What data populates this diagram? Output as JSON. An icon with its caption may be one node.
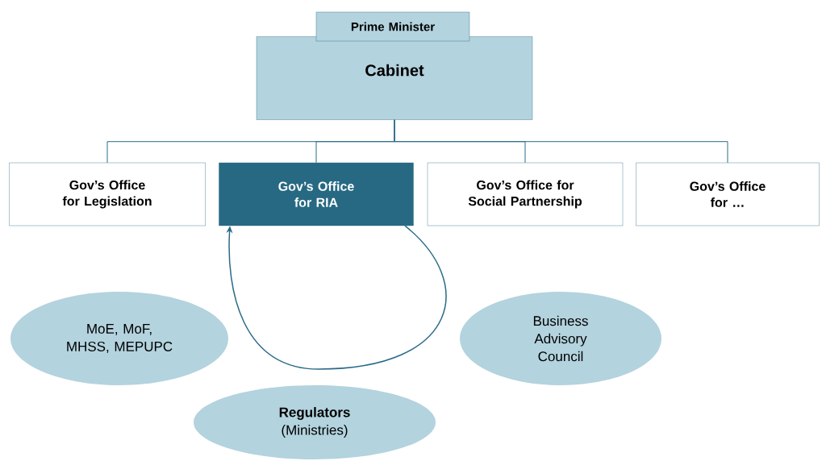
{
  "diagram": {
    "nodes": [
      {
        "text": [
          "Prime Minister"
        ]
      },
      {
        "text": [
          "Cabinet"
        ]
      },
      {
        "text": [
          "Gov’s Office for Legislation"
        ]
      },
      {
        "text": [
          "Gov’s Office for RIA"
        ]
      },
      {
        "text": [
          "Gov’s Office for Social Partnership"
        ]
      },
      {
        "text": [
          "Gov’s Office for …"
        ]
      },
      {
        "text": [
          "MoE, MoF, MHSS, MEPUPC"
        ]
      },
      {
        "text": [
          "Business Advisory Council"
        ]
      },
      {
        "text": [
          "Regulators",
          "(Ministries)"
        ]
      }
    ],
    "edges": [
      {
        "from": 1,
        "to": 2,
        "arrow": "none"
      },
      {
        "from": 1,
        "to": 3,
        "arrow": "none"
      },
      {
        "from": 1,
        "to": 4,
        "arrow": "none"
      },
      {
        "from": 1,
        "to": 5,
        "arrow": "none"
      },
      {
        "from": 3,
        "to": 3,
        "arrow": "to"
      }
    ]
  }
}
